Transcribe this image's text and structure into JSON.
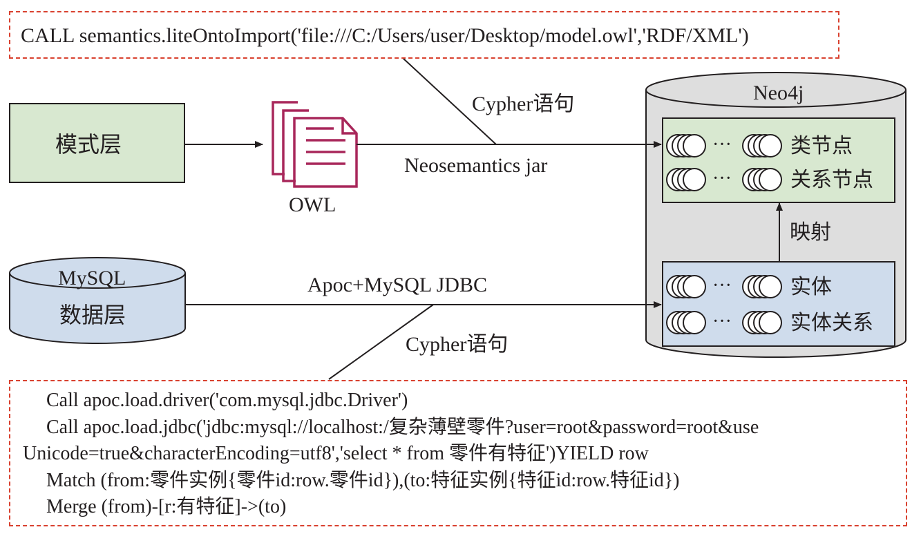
{
  "top_code": "CALL semantics.liteOntoImport('file:///C:/Users/user/Desktop/model.owl','RDF/XML')",
  "schema_layer_label": "模式层",
  "owl_label": "OWL",
  "cypher_top_label": "Cypher语句",
  "neosemantics_label": "Neosemantics jar",
  "neo4j_label": "Neo4j",
  "class_nodes_label": "类节点",
  "relation_nodes_label": "关系节点",
  "mapping_label": "映射",
  "entity_label": "实体",
  "entity_relation_label": "实体关系",
  "ellipsis": "···",
  "mysql_label": "MySQL",
  "data_layer_label": "数据层",
  "apoc_label": "Apoc+MySQL JDBC",
  "cypher_bottom_label": "Cypher语句",
  "bottom_code": [
    "Call apoc.load.driver('com.mysql.jdbc.Driver')",
    "Call apoc.load.jdbc('jdbc:mysql://localhost:/复杂薄壁零件?user=root&password=root&use",
    "Unicode=true&characterEncoding=utf8','select * from 零件有特征')YIELD row",
    "Match (from:零件实例{零件id:row.零件id}),(to:特征实例{特征id:row.特征id})",
    "Merge (from)-[r:有特征]->(to)"
  ],
  "colors": {
    "dash_border": "#d9412f",
    "schema_fill": "#d8e8d0",
    "neo4j_fill": "#dedede",
    "upper_panel_fill": "#d8e8d0",
    "lower_panel_fill": "#cfdcec",
    "mysql_fill": "#cfdcec",
    "owl_icon": "#a8275a"
  }
}
